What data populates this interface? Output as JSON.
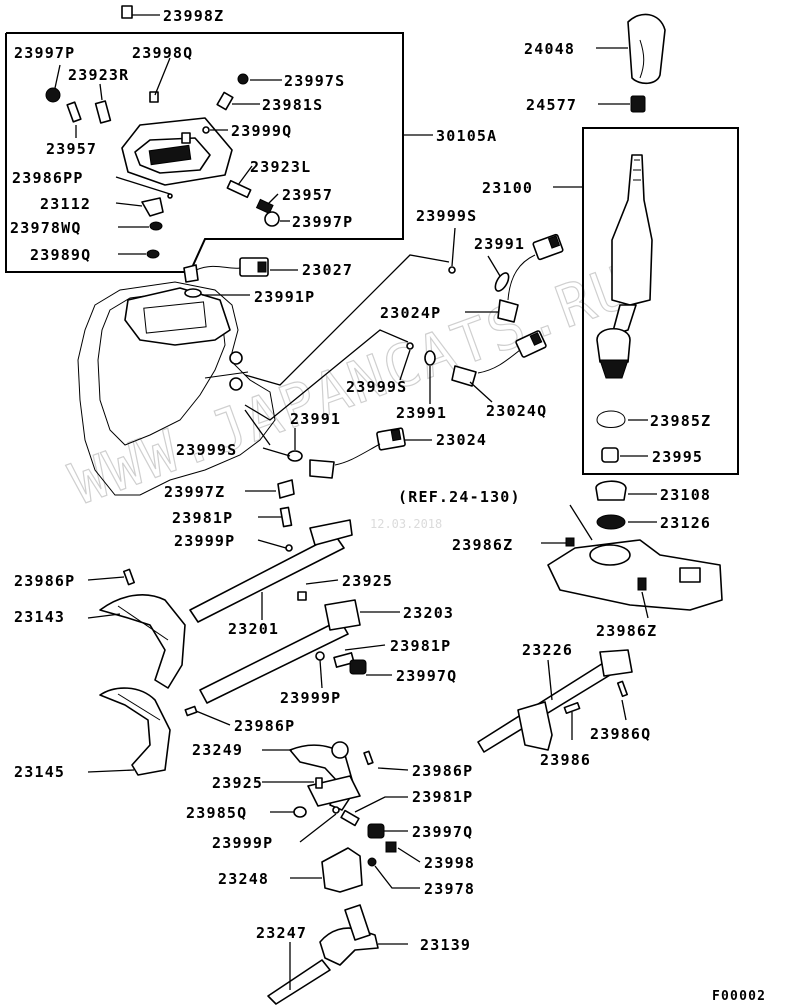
{
  "labels": {
    "l23998Z": "23998Z",
    "l23997P_a": "23997P",
    "l23998Q": "23998Q",
    "l23923R": "23923R",
    "l23997S": "23997S",
    "l23981S": "23981S",
    "l23957_a": "23957",
    "l23999Q": "23999Q",
    "l30105A": "30105A",
    "l23923L": "23923L",
    "l23986PP": "23986PP",
    "l23957_b": "23957",
    "l23112": "23112",
    "l23997P_b": "23997P",
    "l23978WQ": "23978WQ",
    "l23989Q": "23989Q",
    "l24048": "24048",
    "l24577": "24577",
    "l23100": "23100",
    "l23999S_a": "23999S",
    "l23991_a": "23991",
    "l23027": "23027",
    "l23991P": "23991P",
    "l23024P": "23024P",
    "l23999S_b": "23999S",
    "l23991_b": "23991",
    "l23024Q": "23024Q",
    "l23991_c": "23991",
    "l23999S_c": "23999S",
    "l23024": "23024",
    "l23985Z": "23985Z",
    "l23995": "23995",
    "l23997Z": "23997Z",
    "l23108": "23108",
    "lREF": "(REF.24-130)",
    "l23981P_a": "23981P",
    "l23126": "23126",
    "l23999P_a": "23999P",
    "l23986Z_a": "23986Z",
    "l23986P_a": "23986P",
    "l23925_a": "23925",
    "l23143": "23143",
    "l23203": "23203",
    "l23201": "23201",
    "l23986Z_b": "23986Z",
    "l23981P_b": "23981P",
    "l23226": "23226",
    "l23997Q_a": "23997Q",
    "l23999P_b": "23999P",
    "l23986P_b": "23986P",
    "l23986Q": "23986Q",
    "l23145": "23145",
    "l23249": "23249",
    "l23986": "23986",
    "l23986P_c": "23986P",
    "l23925_b": "23925",
    "l23981P_c": "23981P",
    "l23985Q": "23985Q",
    "l23997Q_b": "23997Q",
    "l23999P_c": "23999P",
    "l23998": "23998",
    "l23248": "23248",
    "l23978": "23978",
    "l23247": "23247",
    "l23139": "23139",
    "l_code": "F00002"
  },
  "watermark": {
    "site": "WWW.JAPANCATS.RU",
    "date": "12.03.2018"
  }
}
